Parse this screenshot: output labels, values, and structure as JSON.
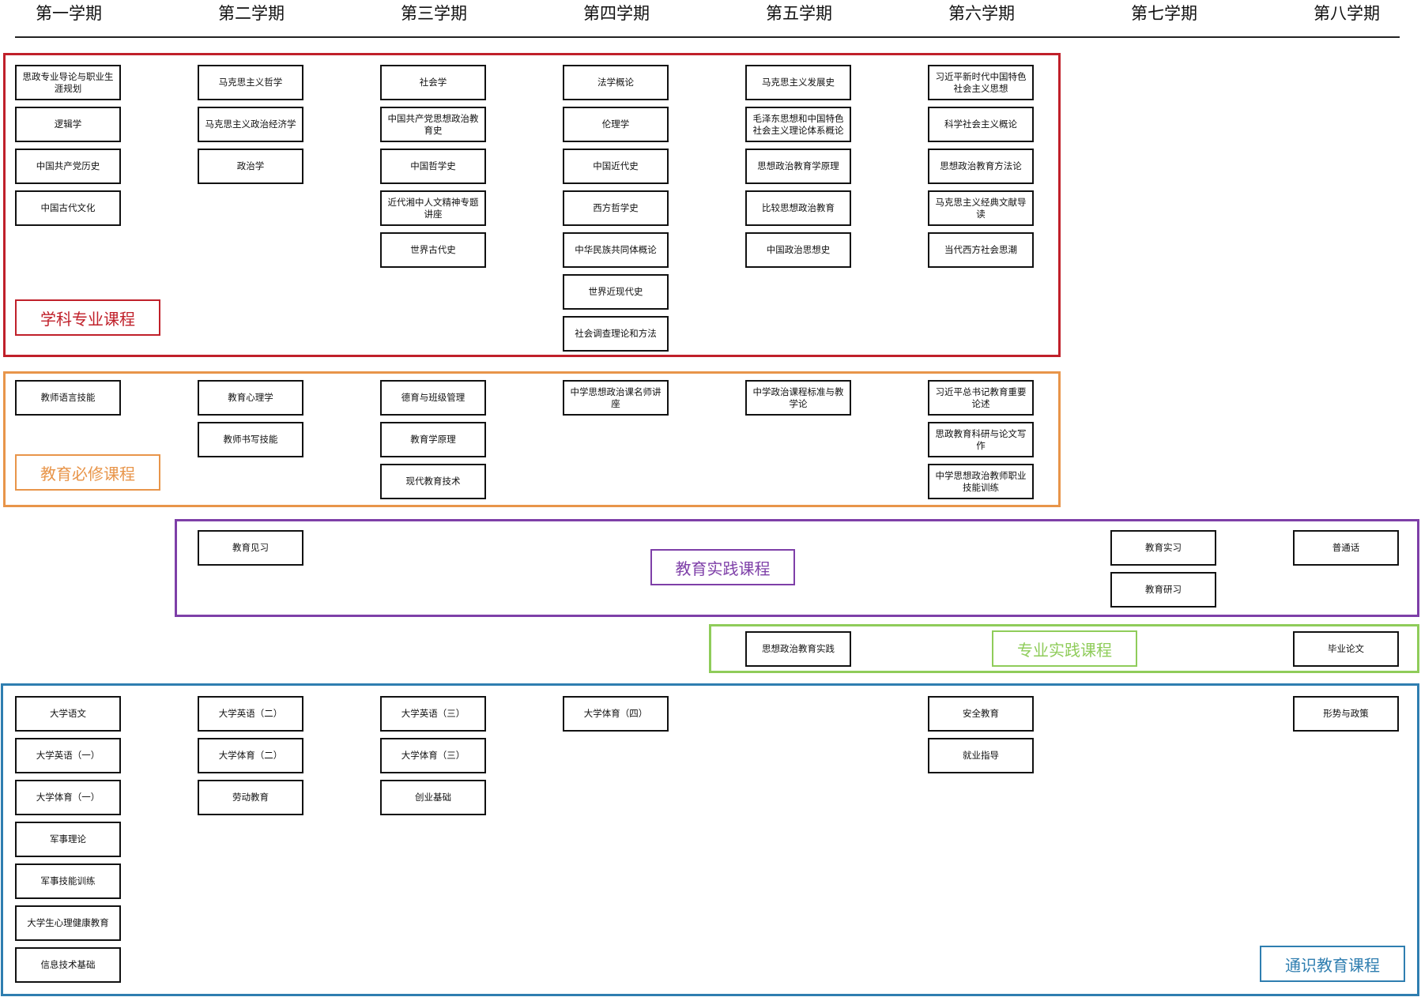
{
  "semesters": [
    "第一学期",
    "第二学期",
    "第三学期",
    "第四学期",
    "第五学期",
    "第六学期",
    "第七学期",
    "第八学期"
  ],
  "groups": {
    "subject": {
      "label": "学科专业课程",
      "color": "#c0202a"
    },
    "education": {
      "label": "教育必修课程",
      "color": "#e8954a"
    },
    "practice": {
      "label": "教育实践课程",
      "color": "#7e3fa8"
    },
    "professional": {
      "label": "专业实践课程",
      "color": "#8fcc5a"
    },
    "general": {
      "label": "通识教育课程",
      "color": "#2f7eb0"
    }
  },
  "courses": {
    "subject": [
      [
        "思政专业导论与职业生涯规划",
        "逻辑学",
        "中国共产党历史",
        "中国古代文化"
      ],
      [
        "马克思主义哲学",
        "马克思主义政治经济学",
        "政治学"
      ],
      [
        "社会学",
        "中国共产党思想政治教育史",
        "中国哲学史",
        "近代湘中人文精神专题讲座",
        "世界古代史"
      ],
      [
        "法学概论",
        "伦理学",
        "中国近代史",
        "西方哲学史",
        "中华民族共同体概论",
        "世界近现代史",
        "社会调查理论和方法"
      ],
      [
        "马克思主义发展史",
        "毛泽东思想和中国特色社会主义理论体系概论",
        "思想政治教育学原理",
        "比较思想政治教育",
        "中国政治思想史"
      ],
      [
        "习近平新时代中国特色社会主义思想",
        "科学社会主义概论",
        "思想政治教育方法论",
        "马克思主义经典文献导读",
        "当代西方社会思潮"
      ]
    ],
    "education": [
      [
        "教师语言技能"
      ],
      [
        "教育心理学",
        "教师书写技能"
      ],
      [
        "德育与班级管理",
        "教育学原理",
        "现代教育技术"
      ],
      [
        "中学思想政治课名师讲座"
      ],
      [
        "中学政治课程标准与教学论"
      ],
      [
        "习近平总书记教育重要论述",
        "思政教育科研与论文写作",
        "中学思想政治教师职业技能训练"
      ]
    ],
    "practice": {
      "sem2": [
        "教育见习"
      ],
      "sem7": [
        "教育实习",
        "教育研习"
      ],
      "sem8": [
        "普通话"
      ]
    },
    "professional": {
      "sem5": [
        "思想政治教育实践"
      ],
      "sem8": [
        "毕业论文"
      ]
    },
    "general": {
      "sem1": [
        "大学语文",
        "大学英语（一）",
        "大学体育（一）",
        "军事理论",
        "军事技能训练",
        "大学生心理健康教育",
        "信息技术基础"
      ],
      "sem2": [
        "大学英语（二）",
        "大学体育（二）",
        "劳动教育"
      ],
      "sem3": [
        "大学英语（三）",
        "大学体育（三）",
        "创业基础"
      ],
      "sem4": [
        "大学体育（四）"
      ],
      "sem6": [
        "安全教育",
        "就业指导"
      ],
      "sem8": [
        "形势与政策"
      ]
    }
  }
}
